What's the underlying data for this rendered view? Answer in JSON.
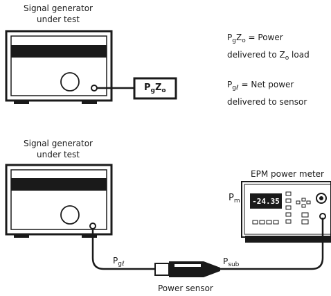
{
  "top_generator_label": [
    "Signal generator",
    "under test"
  ],
  "pgzo_box_label": {
    "main": "P",
    "sub1": "g",
    "mid": "Z",
    "sub2": "o"
  },
  "definition_pgzo": {
    "p": "P",
    "g": "g",
    "z": "Z",
    "o": "o",
    "text1": " = Power",
    "line2_pre": "delivered to Z",
    "line2_sub": "o",
    "line2_post": " load"
  },
  "definition_pgl": {
    "p": "P",
    "g": "g",
    "l": "ℓ",
    "text1": " = Net power",
    "line2": "delivered to sensor"
  },
  "bottom_generator_label": [
    "Signal generator",
    "under test"
  ],
  "meter_label": "EPM power meter",
  "pm_label": {
    "main": "P",
    "sub": "m"
  },
  "meter_display": "-24.35",
  "pgl_label": {
    "main": "P",
    "sub": "gℓ"
  },
  "psub_label": {
    "main": "P",
    "sub": "sub"
  },
  "sensor_label": "Power sensor"
}
